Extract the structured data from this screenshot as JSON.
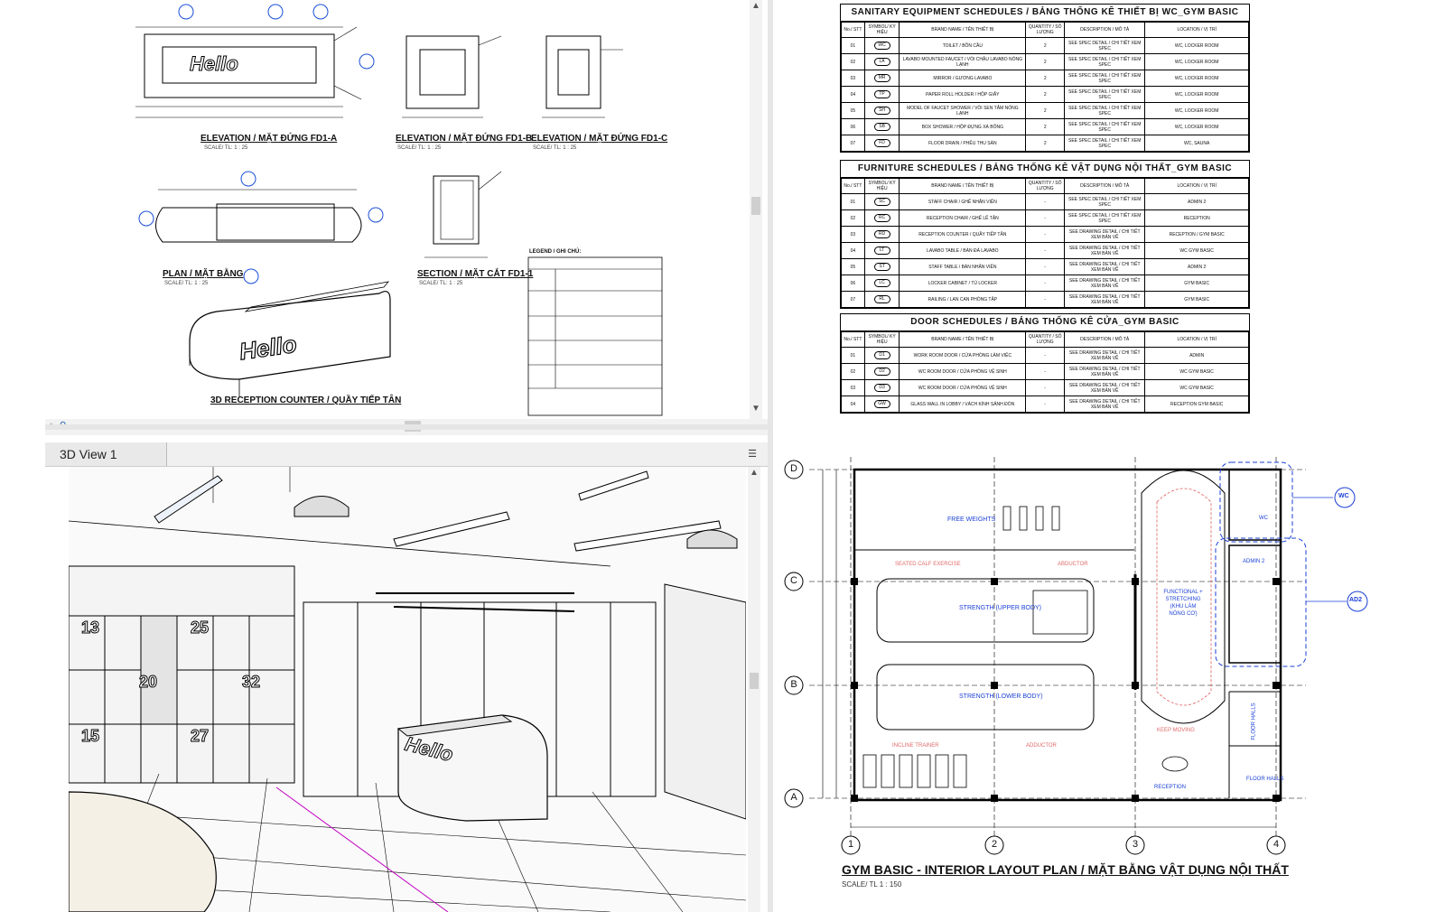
{
  "views": {
    "tab_3d": "3D View 1"
  },
  "drawings": {
    "elev_a": "ELEVATION / MẶT ĐỨNG FD1-A",
    "elev_b": "ELEVATION / MẶT ĐỨNG FD1-B",
    "elev_c": "ELEVATION / MẶT ĐỨNG FD1-C",
    "plan": "PLAN / MẶT BẰNG",
    "section": "SECTION / MẶT CẮT FD1-1",
    "counter_3d": "3D RECEPTION COUNTER / QUẦY TIẾP TÂN",
    "scale": "SCALE/ TL: 1 : 25",
    "legend_title": "LEGEND / GHI CHÚ:",
    "hello": "Hello"
  },
  "schedules": {
    "col_headers": [
      "No./ STT",
      "SYMBOL/ KÝ HIỆU",
      "BRAND NAME / TÊN THIẾT BỊ",
      "QUANTITY / SỐ LƯỢNG",
      "DESCRIPTION / MÔ TẢ",
      "LOCATION / VỊ TRÍ"
    ],
    "sanitary": {
      "title": "SANITARY EQUIPMENT SCHEDULES / BẢNG THỐNG KÊ THIẾT BỊ WC_GYM BASIC",
      "rows": [
        [
          "01",
          "WC",
          "TOILET / BỒN CẦU",
          "2",
          "SEE SPEC DETAIL / CHI TIẾT XEM SPEC",
          "WC, LOCKER ROOM"
        ],
        [
          "02",
          "LA",
          "LAVABO MOUNTED FAUCET / VÒI CHẬU LAVABO NÓNG LẠNH",
          "2",
          "SEE SPEC DETAIL / CHI TIẾT XEM SPEC",
          "WC, LOCKER ROOM"
        ],
        [
          "03",
          "MR",
          "MIRROR / GƯƠNG LAVABO",
          "2",
          "SEE SPEC DETAIL / CHI TIẾT XEM SPEC",
          "WC, LOCKER ROOM"
        ],
        [
          "04",
          "TP",
          "PAPER ROLL HOLDER / HỘP GIẤY",
          "2",
          "SEE SPEC DETAIL / CHI TIẾT XEM SPEC",
          "WC, LOCKER ROOM"
        ],
        [
          "05",
          "SH",
          "MODEL OF FAUCET SHOWER / VÒI SEN TẮM NÓNG LẠNH",
          "2",
          "SEE SPEC DETAIL / CHI TIẾT XEM SPEC",
          "WC, LOCKER ROOM"
        ],
        [
          "06",
          "SB",
          "BOX SHOWER / HỘP ĐỰNG XÀ BÔNG",
          "2",
          "SEE SPEC DETAIL / CHI TIẾT XEM SPEC",
          "WC, LOCKER ROOM"
        ],
        [
          "07",
          "FD",
          "FLOOR DRAIN / PHỄU THU SÀN",
          "2",
          "SEE SPEC DETAIL / CHI TIẾT XEM SPEC",
          "WC, SAUNA"
        ]
      ]
    },
    "furniture": {
      "title": "FURNITURE SCHEDULES / BẢNG THỐNG KÊ VẬT DỤNG NỘI THẤT_GYM BASIC",
      "rows": [
        [
          "01",
          "SC",
          "STAFF CHAIR / GHẾ NHÂN VIÊN",
          "-",
          "SEE SPEC DETAIL / CHI TIẾT XEM SPEC",
          "ADMIN 2"
        ],
        [
          "02",
          "RC",
          "RECEPTION CHAIR / GHẾ LỄ TÂN",
          "-",
          "SEE SPEC DETAIL / CHI TIẾT XEM SPEC",
          "RECEPTION"
        ],
        [
          "03",
          "RD",
          "RECEPTION COUNTER / QUẦY TIẾP TÂN",
          "-",
          "SEE DRAWING DETAIL / CHI TIẾT XEM BẢN VẼ",
          "RECEPTION / GYM BASIC"
        ],
        [
          "04",
          "LT",
          "LAVABO TABLE / BÀN ĐÁ LAVABO",
          "-",
          "SEE DRAWING DETAIL / CHI TIẾT XEM BẢN VẼ",
          "WC GYM BASIC"
        ],
        [
          "05",
          "ST",
          "STAFF TABLE / BÀN NHÂN VIÊN",
          "-",
          "SEE DRAWING DETAIL / CHI TIẾT XEM BẢN VẼ",
          "ADMIN 2"
        ],
        [
          "06",
          "LC",
          "LOCKER CABINET / TỦ LOCKER",
          "-",
          "SEE DRAWING DETAIL / CHI TIẾT XEM BẢN VẼ",
          "GYM BASIC"
        ],
        [
          "07",
          "RL",
          "RAILING / LAN CAN PHÒNG TẬP",
          "-",
          "SEE DRAWING DETAIL / CHI TIẾT XEM BẢN VẼ",
          "GYM BASIC"
        ]
      ]
    },
    "door": {
      "title": "DOOR SCHEDULES / BẢNG THỐNG KÊ CỬA_GYM BASIC",
      "rows": [
        [
          "01",
          "D1",
          "WORK ROOM DOOR / CỬA PHÒNG LÀM VIỆC",
          "-",
          "SEE DRAWING DETAIL / CHI TIẾT XEM BẢN VẼ",
          "ADMIN"
        ],
        [
          "02",
          "D2",
          "WC ROOM DOOR / CỬA PHÒNG VỆ SINH",
          "-",
          "SEE DRAWING DETAIL / CHI TIẾT XEM BẢN VẼ",
          "WC GYM BASIC"
        ],
        [
          "03",
          "D3",
          "WC ROOM DOOR / CỬA PHÒNG VỆ SINH",
          "-",
          "SEE DRAWING DETAIL / CHI TIẾT XEM BẢN VẼ",
          "WC GYM BASIC"
        ],
        [
          "04",
          "GW",
          "GLASS WALL IN LOBBY / VÁCH KÍNH SẢNH ĐÓN",
          "-",
          "SEE DRAWING DETAIL / CHI TIẾT XEM BẢN VẼ",
          "RECEPTION GYM BASIC"
        ]
      ]
    }
  },
  "plan": {
    "title": "GYM BASIC - INTERIOR LAYOUT PLAN / MẶT BẰNG VẬT DỤNG NỘI THẤT",
    "scale": "SCALE/ TL 1 : 150",
    "grid_rows": [
      "D",
      "C",
      "B",
      "A"
    ],
    "grid_cols": [
      "1",
      "2",
      "3",
      "4"
    ],
    "zones": {
      "free_weights": "FREE WEIGHTS",
      "strength_upper": "STRENGTH (UPPER BODY)",
      "strength_lower": "STRENGTH (LOWER BODY)",
      "functional": "FUNCTIONAL + STRETCHING (KHU LÀM NÓNG CƠ)",
      "reception": "RECEPTION",
      "wc": "WC",
      "admin2": "ADMIN 2",
      "floor_halls": "FLOOR HALLS",
      "floor_halls2": "FLOOR HALLS",
      "seated_calf": "SEATED CALF EXERCISE",
      "abductor": "ABDUCTOR",
      "adductor": "ADDUCTOR",
      "incline_trainer": "INCLINE TRAINER",
      "keep_moving": "KEEP MOVING"
    },
    "callouts": {
      "wc": "WC",
      "ad2": "AD2"
    }
  },
  "lockers": [
    "13",
    "25",
    "20",
    "32",
    "15",
    "27"
  ]
}
